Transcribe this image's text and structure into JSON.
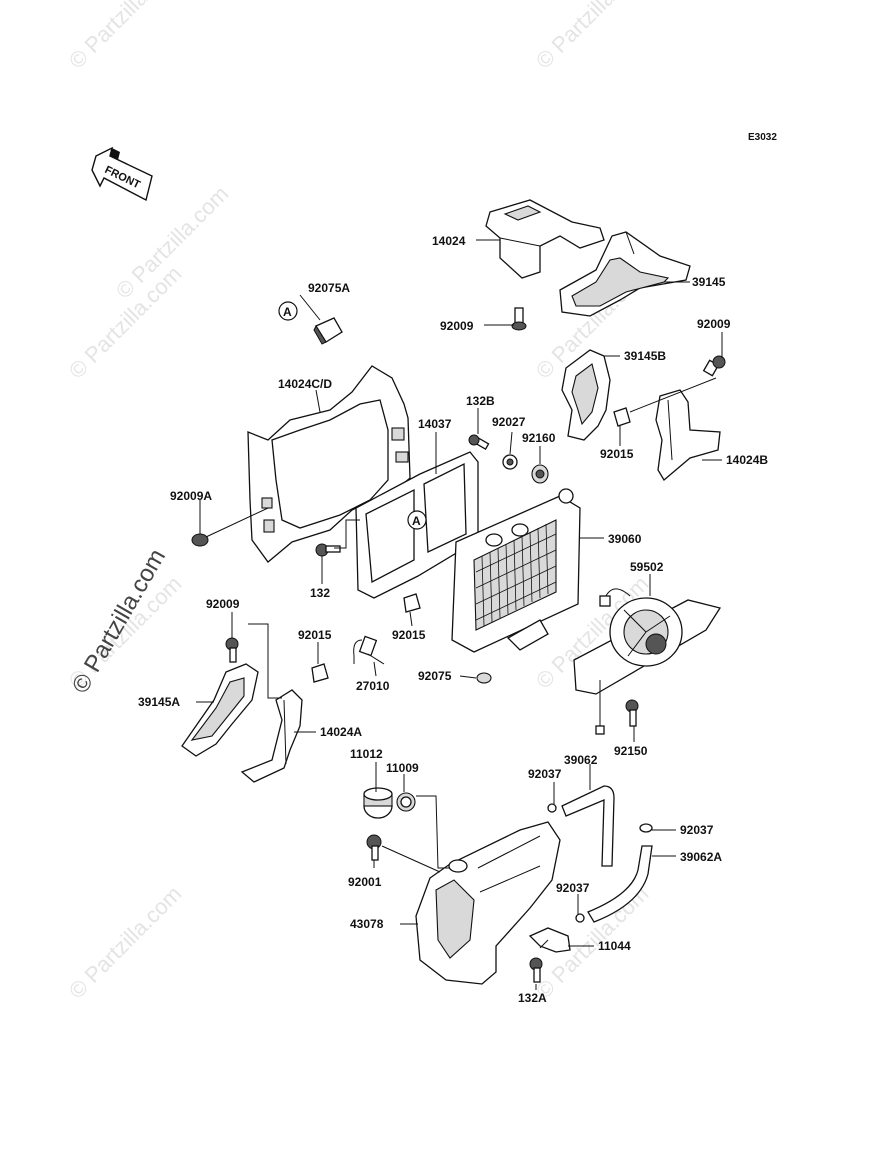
{
  "diagram": {
    "code": "E3032",
    "front_label": "FRONT",
    "ref_mark": "A",
    "watermarks": [
      "© Partzilla.com",
      "© Partzilla.com",
      "© Partzilla.com",
      "© Partzilla.com",
      "© Partzilla.com",
      "© Partzilla.com",
      "© Partzilla.com",
      "© Partzilla.com",
      "© Partzilla.com"
    ],
    "big_watermark": "© Partzilla.com",
    "parts": [
      {
        "label": "14024"
      },
      {
        "label": "39145"
      },
      {
        "label": "92075A"
      },
      {
        "label": "92009"
      },
      {
        "label": "92009"
      },
      {
        "label": "39145B"
      },
      {
        "label": "14024C/D"
      },
      {
        "label": "14037"
      },
      {
        "label": "132B"
      },
      {
        "label": "92027"
      },
      {
        "label": "92160"
      },
      {
        "label": "92015"
      },
      {
        "label": "14024B"
      },
      {
        "label": "92009A"
      },
      {
        "label": "39060"
      },
      {
        "label": "132"
      },
      {
        "label": "59502"
      },
      {
        "label": "92009"
      },
      {
        "label": "92015"
      },
      {
        "label": "92015"
      },
      {
        "label": "92075"
      },
      {
        "label": "39145A"
      },
      {
        "label": "27010"
      },
      {
        "label": "14024A"
      },
      {
        "label": "92150"
      },
      {
        "label": "11012"
      },
      {
        "label": "11009"
      },
      {
        "label": "39062"
      },
      {
        "label": "92037"
      },
      {
        "label": "92037"
      },
      {
        "label": "39062A"
      },
      {
        "label": "92001"
      },
      {
        "label": "92037"
      },
      {
        "label": "43078"
      },
      {
        "label": "11044"
      },
      {
        "label": "132A"
      }
    ]
  }
}
